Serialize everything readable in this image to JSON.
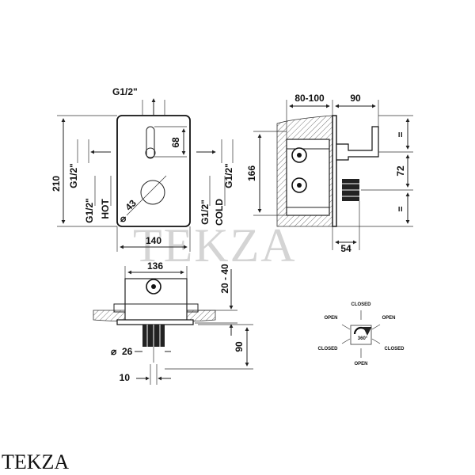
{
  "watermark": "TEKZA",
  "brand": "TEKZA",
  "front_view": {
    "top_thread": "G1/2\"",
    "height": "210",
    "left_thread": "G1/2\"",
    "hot_thread": "G1/2\"",
    "hot_label": "HOT",
    "cold_thread": "G1/2\"",
    "cold_label": "COLD",
    "right_thread": "G1/2\"",
    "lever_height": "68",
    "knob_diameter": "43",
    "width": "140"
  },
  "side_view": {
    "depth_range": "80-100",
    "projection": "90",
    "height": "166",
    "eq_top": "=",
    "axis_distance": "72",
    "eq_bottom": "=",
    "outlet": "54"
  },
  "top_view": {
    "width": "136",
    "wall_range": "20 - 40",
    "pipe_diameter": "26",
    "length": "90",
    "offset": "10"
  },
  "rotation": {
    "top": "CLOSED",
    "top_left": "OPEN",
    "top_right": "OPEN",
    "left": "CLOSED",
    "right": "CLOSED",
    "bottom": "OPEN",
    "center": "360°"
  }
}
